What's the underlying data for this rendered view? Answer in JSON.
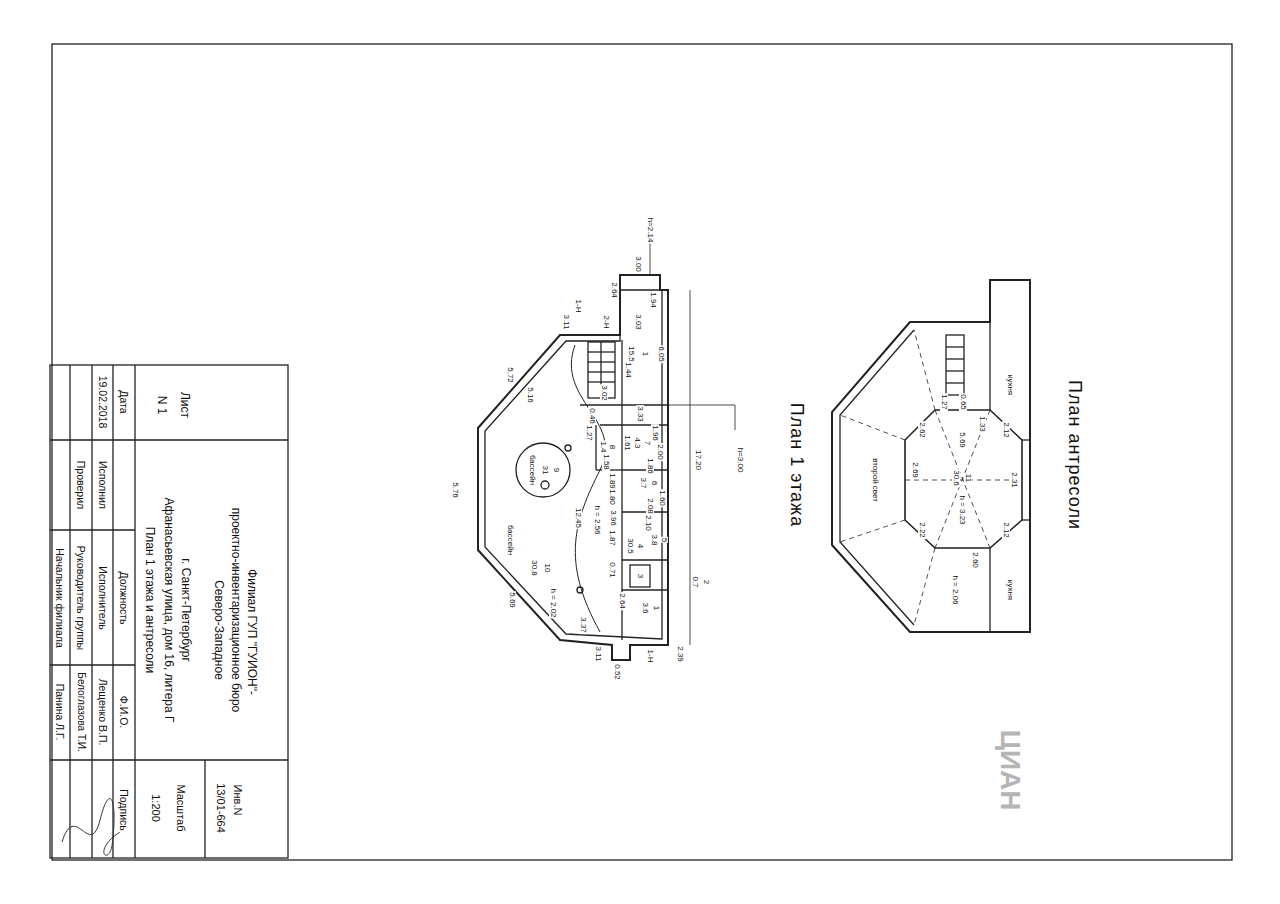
{
  "diagram": {
    "labels": [
      "Филиал ГУП \"ГУИОН\"-",
      "проектно-инвентаризационное бюро",
      "Северо-Западное",
      "г. Санкт-Петербург",
      "Афанасьевская улица, дом 16, литера Г",
      "План 1 этажа и антресоли",
      "Лист",
      "N 1",
      "Инв.N",
      "13/01-664",
      "Масштаб",
      "1:200",
      "Дата",
      "19.02.2018",
      "Исполнил",
      "Проверил",
      "Должность",
      "Исполнитель",
      "Руководитель группы",
      "Начальник филиала",
      "Ф.И.О.",
      "Лещенко В.П.",
      "Белоглазова Т.И.",
      "Панина Л.Г.",
      "Подпись",
      "h=2.14",
      "3.00",
      "2.64",
      "1.94",
      "3.03",
      "3.11",
      "1-Н",
      "2-Н",
      "6.05",
      "1",
      "15.5",
      "1.44",
      "3.02",
      "5.72",
      "5.16",
      "0.46",
      "3.33",
      "1.27",
      "1.96",
      "1.61",
      "4.3",
      "7",
      "8",
      "1.4",
      "1.58",
      "2.00",
      "1.86",
      "17.20",
      "h=3.00",
      "9",
      "31",
      "бассейн",
      "бассейн",
      "1.89",
      "1.80",
      "6",
      "3.7",
      "1.60",
      "2.08",
      "12.45",
      "h = 2.56",
      "3.96",
      "4",
      "30.5",
      "2.10",
      "1.87",
      "5",
      "3.8",
      "10",
      "30.8",
      "h = 2.02",
      "0.71",
      "3",
      "2",
      "0.7",
      "2.64",
      "1",
      "3.6",
      "5.69",
      "3.37",
      "3.11",
      "1-Н",
      "2.39",
      "0.52",
      "5.76",
      "План 1 этажа",
      "План антресоли",
      "кухня",
      "кухня",
      "второй свет",
      "2.69",
      "11",
      "30.6",
      "5.69",
      "h = 3.23",
      "1.27",
      "0.65",
      "1.33",
      "2.12",
      "2.31",
      "2.12",
      "2.60",
      "2.22",
      "2.62",
      "h = 2.06",
      "ЦИАН"
    ]
  }
}
